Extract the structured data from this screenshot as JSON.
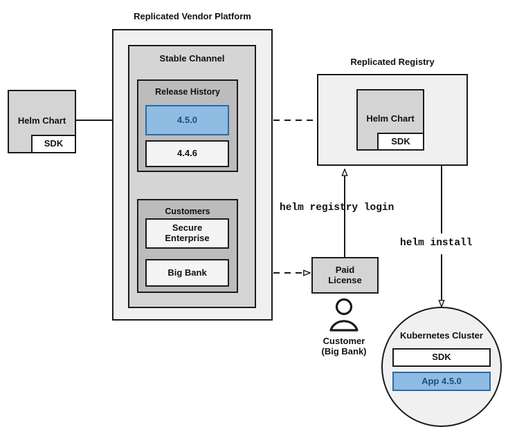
{
  "title_blocks": {
    "vendor_platform": "Replicated Vendor Platform",
    "registry": "Replicated Registry"
  },
  "vendor_platform": {
    "channel": {
      "title": "Stable Channel",
      "release_history": {
        "title": "Release History",
        "releases": [
          {
            "version": "4.5.0",
            "highlighted": true
          },
          {
            "version": "4.4.6",
            "highlighted": false
          }
        ]
      },
      "customers": {
        "title": "Customers",
        "entries": [
          {
            "name": "Secure\nEnterprise"
          },
          {
            "name": "Big Bank"
          }
        ]
      }
    }
  },
  "source_chart": {
    "title": "Helm Chart",
    "component": "SDK"
  },
  "registry": {
    "chart": {
      "title": "Helm Chart",
      "component": "SDK"
    }
  },
  "license": {
    "label": "Paid\nLicense"
  },
  "customer_actor": {
    "icon": "person-icon",
    "label": "Customer\n(Big Bank)"
  },
  "cluster": {
    "title": "Kubernetes Cluster",
    "items": [
      {
        "label": "SDK",
        "highlighted": false
      },
      {
        "label": "App 4.5.0",
        "highlighted": true
      }
    ]
  },
  "commands": {
    "registry_login": "helm registry login",
    "install": "helm install"
  },
  "colors": {
    "highlight_fill": "#8ebce3",
    "highlight_border": "#2a6aa8",
    "highlight_text": "#1c4e80",
    "platform_fill": "#f0f0f0",
    "channel_fill": "#d5d5d5",
    "group_fill": "#bcbcbc",
    "chart_fill": "#d4d4d4",
    "plain_fill": "#f4f4f4",
    "white_fill": "#ffffff",
    "stroke": "#1a1a1a"
  }
}
